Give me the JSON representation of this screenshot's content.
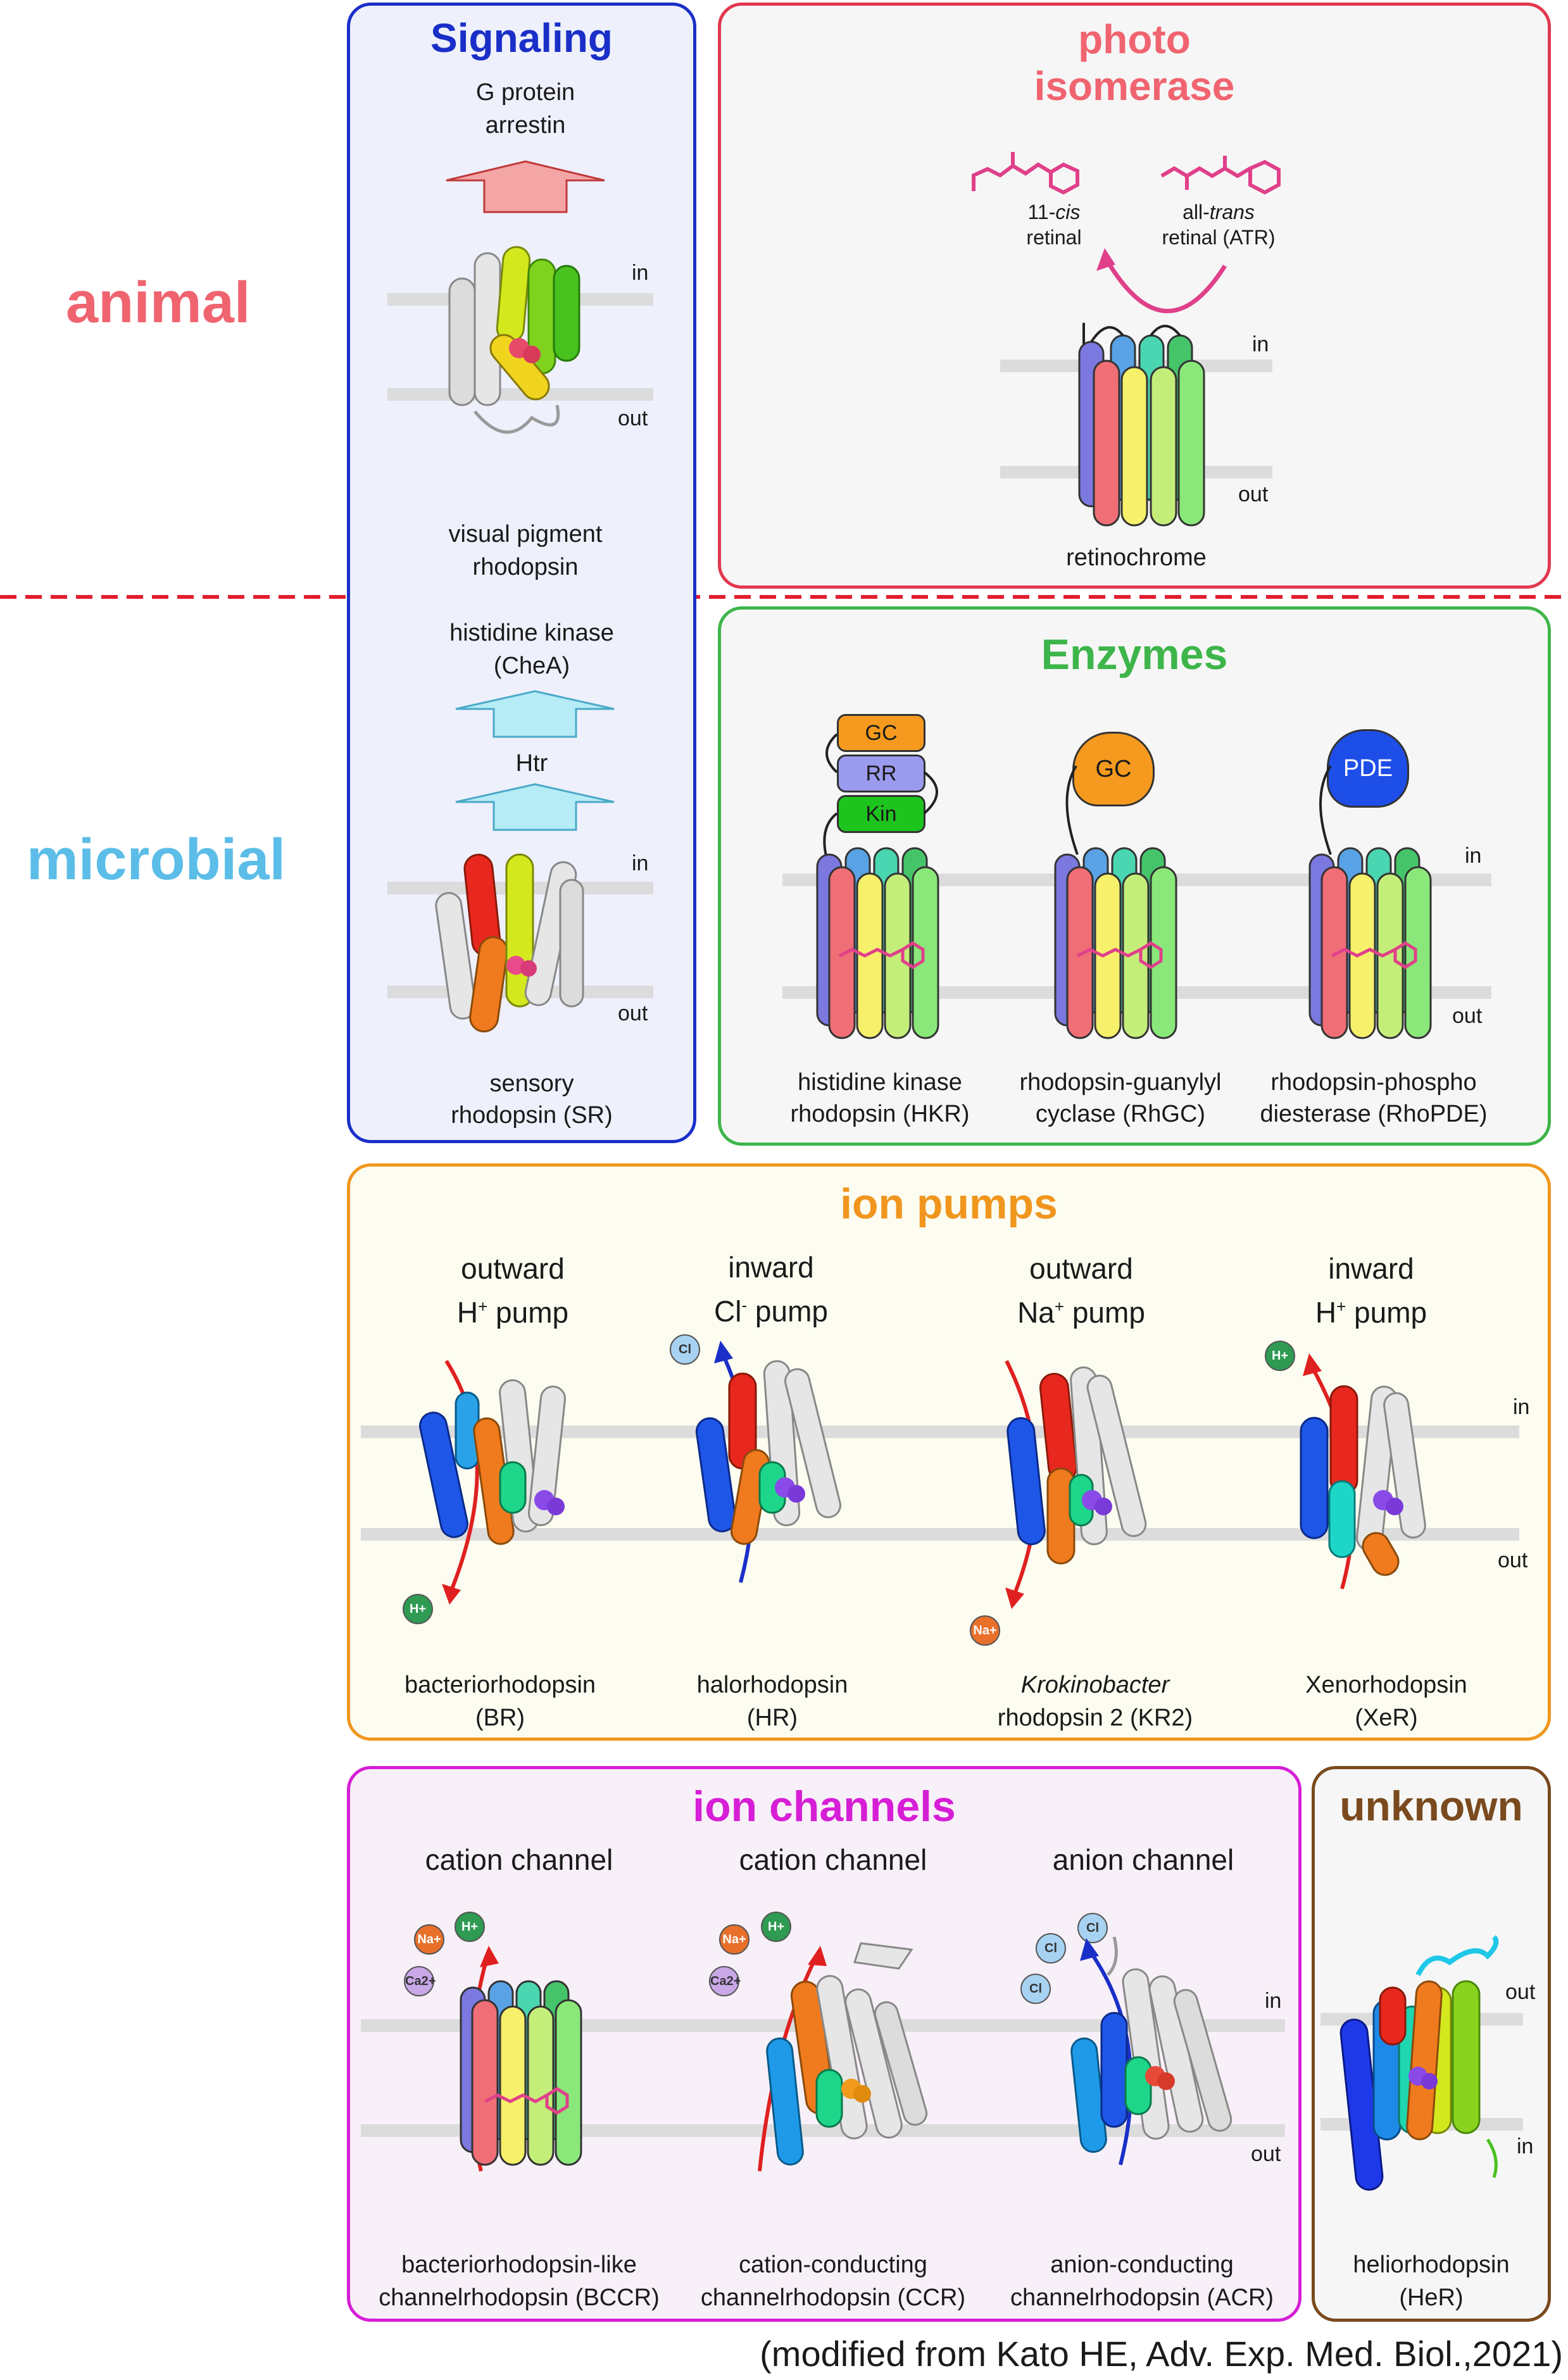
{
  "side_labels": {
    "animal": "animal",
    "microbial": "microbial"
  },
  "colors": {
    "animal": "#f06470",
    "microbial": "#5bbde8",
    "signaling": "#1a2fc8",
    "photo": "#e2384f",
    "enzymes": "#3db54a",
    "pumps": "#f0961e",
    "channels": "#d61ed6",
    "unknown": "#7a4a1e"
  },
  "signaling": {
    "title": "Signaling",
    "top_out": [
      "G protein",
      "arrestin"
    ],
    "visual": [
      "visual pigment",
      "rhodopsin"
    ],
    "chea": [
      "histidine kinase",
      "(CheA)"
    ],
    "htr": "Htr",
    "sr": [
      "sensory",
      "rhodopsin (SR)"
    ],
    "in": "in",
    "out": "out"
  },
  "photo": {
    "title": [
      "photo",
      "isomerase"
    ],
    "cis_prefix": "11-",
    "cis_italic": "cis",
    "cis_line2": "retinal",
    "trans_prefix": "all-",
    "trans_italic": "trans",
    "trans_line2": "retinal (ATR)",
    "protein": "retinochrome",
    "in": "in",
    "out": "out"
  },
  "enzymes": {
    "title": "Enzymes",
    "domains": [
      "GC",
      "RR",
      "Kin"
    ],
    "gc": "GC",
    "pde": "PDE",
    "items": [
      [
        "histidine kinase",
        "rhodopsin (HKR)"
      ],
      [
        "rhodopsin-guanylyl",
        "cyclase (RhGC)"
      ],
      [
        "rhodopsin-phospho",
        "diesterase (RhoPDE)"
      ]
    ],
    "in": "in",
    "out": "out"
  },
  "pumps": {
    "title": "ion pumps",
    "headers": [
      {
        "l1": "outward",
        "ion": "H",
        "sup": "+",
        "rest": " pump"
      },
      {
        "l1": "inward",
        "ion": "Cl",
        "sup": "-",
        "rest": " pump"
      },
      {
        "l1": "outward",
        "ion": "Na",
        "sup": "+",
        "rest": " pump"
      },
      {
        "l1": "inward",
        "ion": "H",
        "sup": "+",
        "rest": " pump"
      }
    ],
    "ion_badges": {
      "h": "H+",
      "cl": "Cl",
      "na": "Na+"
    },
    "names": [
      {
        "l1": "bacteriorhodopsin",
        "l2": "(BR)"
      },
      {
        "l1": "halorhodopsin",
        "l2": "(HR)"
      },
      {
        "l1": "Krokinobacter",
        "l2": "rhodopsin 2 (KR2)"
      },
      {
        "l1": "Xenorhodopsin",
        "l2": "(XeR)"
      }
    ],
    "in": "in",
    "out": "out"
  },
  "channels": {
    "title": "ion channels",
    "headers": [
      "cation channel",
      "cation channel",
      "anion channel"
    ],
    "ion_badges": {
      "h": "H+",
      "na": "Na+",
      "ca": "Ca2+",
      "cl": "Cl"
    },
    "names": [
      [
        "bacteriorhodopsin-like",
        "channelrhodopsin (BCCR)"
      ],
      [
        "cation-conducting",
        "channelrhodopsin (CCR)"
      ],
      [
        "anion-conducting",
        "channelrhodopsin (ACR)"
      ]
    ],
    "in": "in",
    "out": "out"
  },
  "unknown": {
    "title": "unknown",
    "name": [
      "heliorhodopsin",
      "(HeR)"
    ],
    "in": "in",
    "out": "out"
  },
  "citation": "(modified from Kato HE, Adv. Exp. Med. Biol.,2021)"
}
